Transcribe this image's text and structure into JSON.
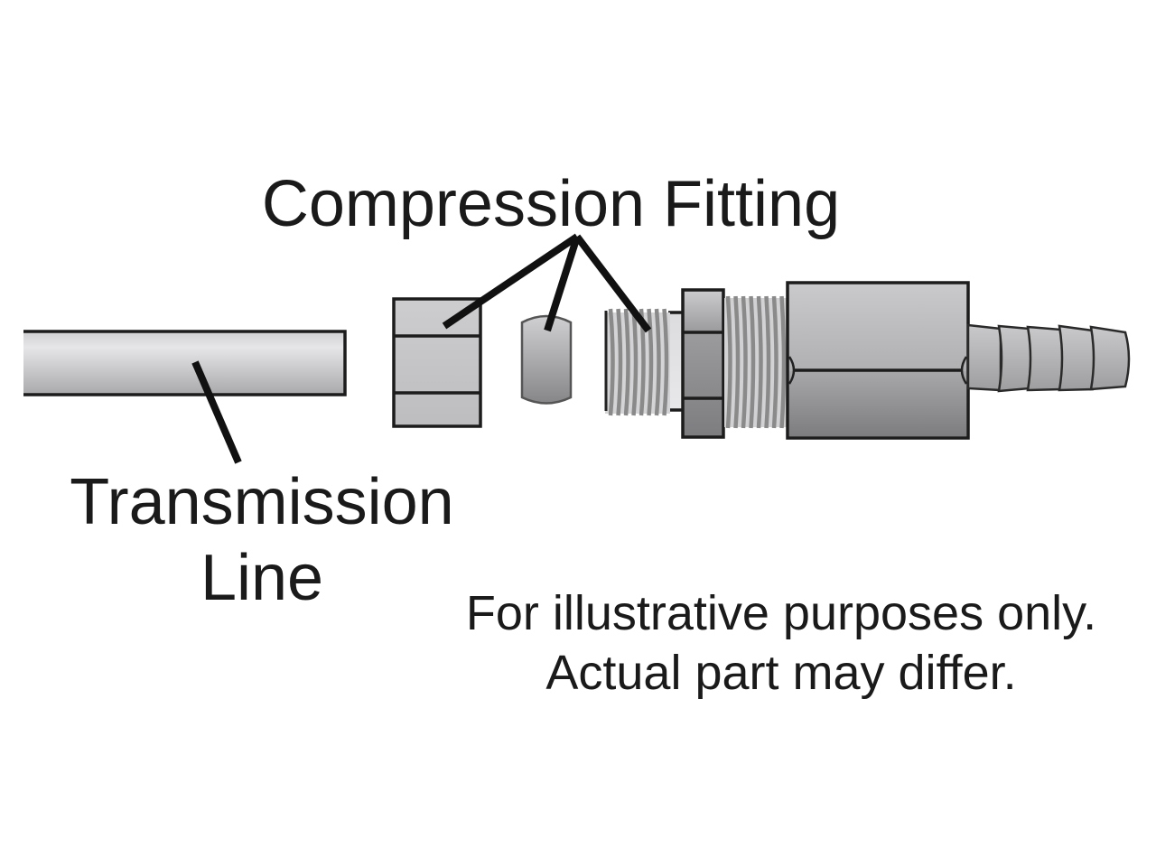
{
  "diagram": {
    "title_label": "Compression Fitting",
    "part_label": {
      "line1": "Transmission",
      "line2": "Line"
    },
    "disclaimer": {
      "line1": "For illustrative purposes only.",
      "line2": "Actual part may differ."
    },
    "parts": [
      {
        "id": "transmission-line",
        "name": "Transmission line tube"
      },
      {
        "id": "compression-nut",
        "name": "Compression nut"
      },
      {
        "id": "ferrule",
        "name": "Ferrule / sleeve"
      },
      {
        "id": "threaded-fitting",
        "name": "Threaded fitting body"
      },
      {
        "id": "hex-nut",
        "name": "Hex lock nut"
      },
      {
        "id": "hex-body",
        "name": "Hex body"
      },
      {
        "id": "hose-barb",
        "name": "Hose barb"
      }
    ],
    "leaders": {
      "compression_fitting_points_to": [
        "compression-nut",
        "ferrule",
        "threaded-fitting"
      ],
      "transmission_line_points_to": [
        "transmission-line"
      ]
    }
  },
  "colors": {
    "background": "#ffffff",
    "text": "#1a1a1a",
    "outline": "#1c1c1c",
    "metal_light": "#d8d8da",
    "metal_mid": "#b4b4b6",
    "metal_dark": "#7e7e80"
  }
}
